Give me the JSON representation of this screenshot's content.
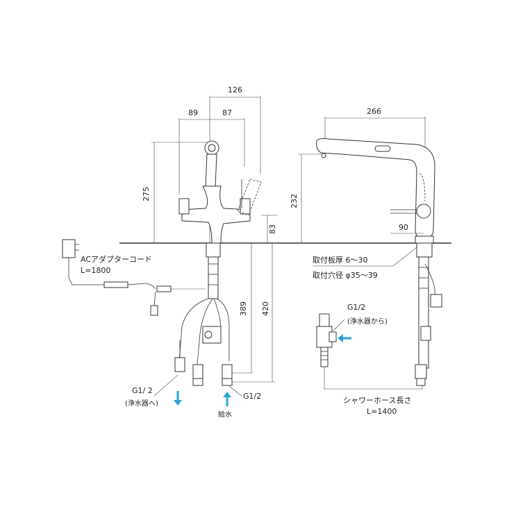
{
  "dimensions": {
    "d126": "126",
    "d89": "89",
    "d87": "87",
    "d266": "266",
    "d275": "275",
    "d232": "232",
    "d83": "83",
    "d90": "90",
    "d389": "389",
    "d420": "420"
  },
  "labels": {
    "ac_adapter_cord": "ACアダプターコード",
    "ac_adapter_length": "L=1800",
    "mount_plate_thickness": "取付板厚 6～30",
    "mount_hole_diameter": "取付穴径 φ35～39",
    "g12_filter_in": "G1/2",
    "from_filter": "(浄水器から)",
    "g12_to_filter": "G1/ 2",
    "to_filter": "(浄水器へ)",
    "g12_supply": "G1/2",
    "water_supply": "給水",
    "shower_hose_length": "シャワーホース長さ",
    "shower_hose_l": "L=1400"
  },
  "colors": {
    "line": "#333333",
    "arrow": "#29a3d6"
  }
}
